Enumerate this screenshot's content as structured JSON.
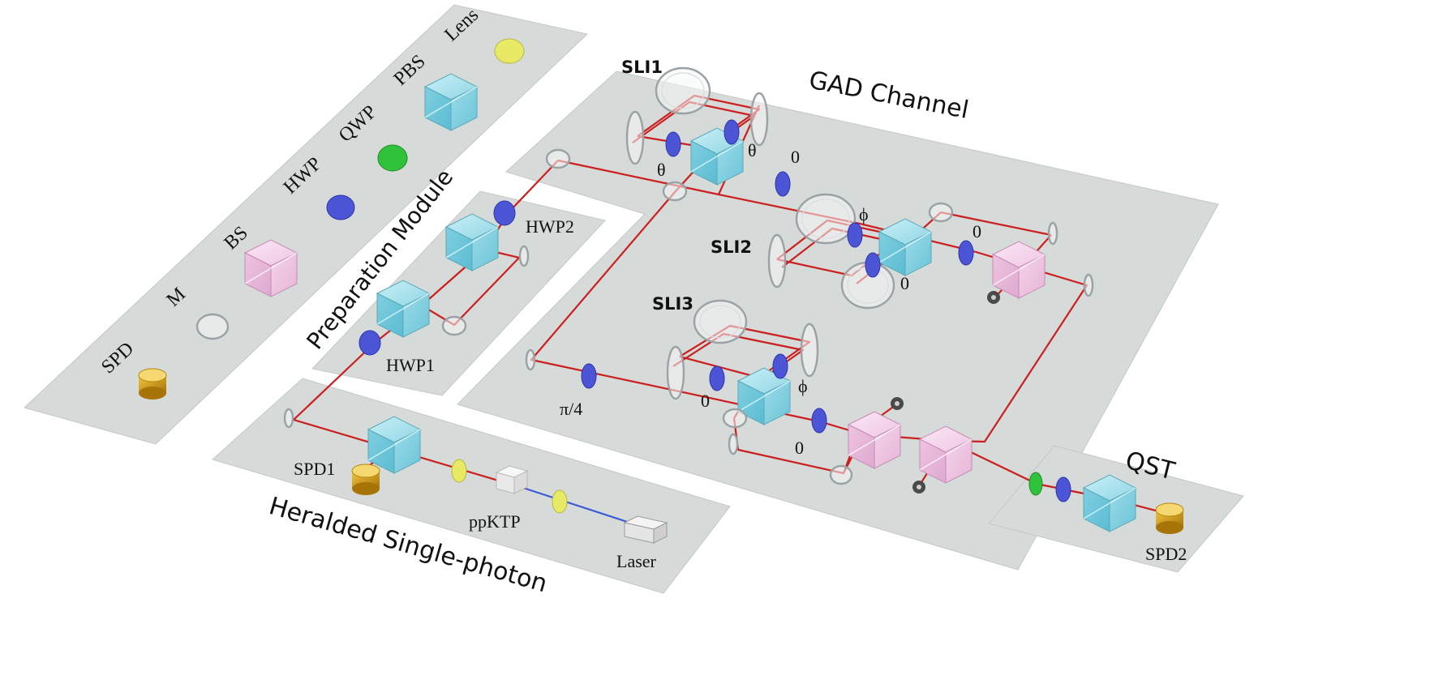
{
  "title": "",
  "legend": {
    "items": [
      {
        "key": "spd",
        "label": "SPD"
      },
      {
        "key": "m",
        "label": "M"
      },
      {
        "key": "bs",
        "label": "BS"
      },
      {
        "key": "hwp",
        "label": "HWP"
      },
      {
        "key": "qwp",
        "label": "QWP"
      },
      {
        "key": "pbs",
        "label": "PBS"
      },
      {
        "key": "lens",
        "label": "Lens"
      }
    ]
  },
  "modules": {
    "heralded": "Heralded Single-photon",
    "preparation": "Preparation Module",
    "gad": "GAD Channel",
    "qst": "QST"
  },
  "labels": {
    "sli1": "SLI1",
    "sli2": "SLI2",
    "sli3": "SLI3",
    "hwp1": "HWP1",
    "hwp2": "HWP2",
    "spd1": "SPD1",
    "spd2": "SPD2",
    "ppktp": "ppKTP",
    "laser": "Laser",
    "theta_a": "θ",
    "theta_b": "θ",
    "zero_a": "0",
    "phi_a": "ϕ",
    "zero_b": "0",
    "zero_c": "0",
    "zero_d": "0",
    "phi_b": "ϕ",
    "zero_e": "0",
    "pi4": "π/4"
  },
  "colors": {
    "beam_red": "#cc1f1f",
    "beam_blue": "#3d5bd9",
    "plate_gray": "#d6dad8",
    "pbs_cyan": "#86d4e2",
    "bs_pink": "#efc7e4",
    "hwp_blue": "#4c55d6",
    "qwp_green": "#2fc23a",
    "lens_yellow": "#e8ea66",
    "spd_gold": "#c9950f"
  }
}
